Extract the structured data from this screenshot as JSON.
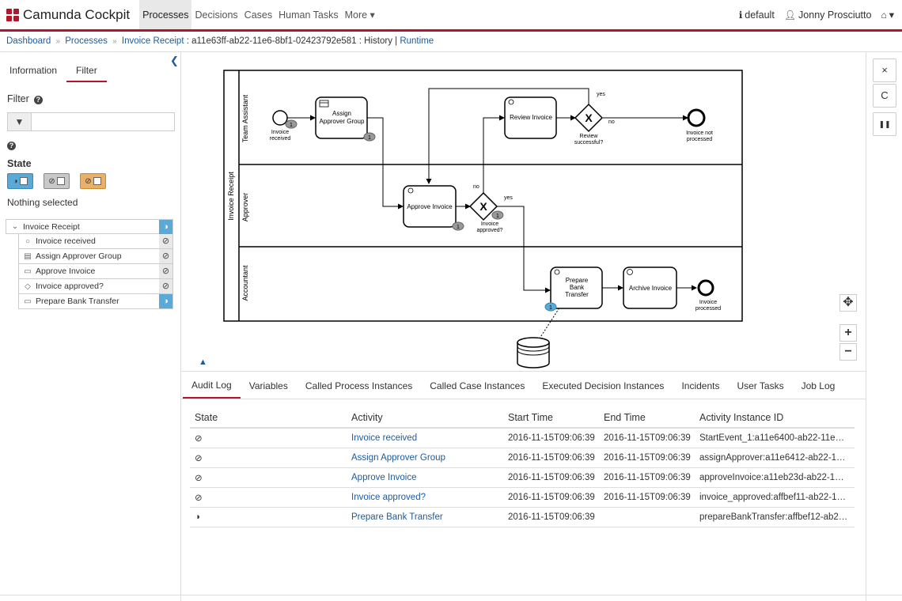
{
  "app": {
    "title": "Camunda Cockpit"
  },
  "nav": {
    "items": [
      "Processes",
      "Decisions",
      "Cases",
      "Human Tasks",
      "More ▾"
    ],
    "user_tenant": "default",
    "user_name": "Jonny Prosciutto",
    "home_label": "▾"
  },
  "breadcrumb": {
    "dashboard": "Dashboard",
    "processes": "Processes",
    "process": "Invoice Receipt",
    "instance": ": a11e63ff-ab22-11e6-8bf1-02423792e581 : History |",
    "runtime": "Runtime",
    "sep": "»"
  },
  "sidebar": {
    "tabs": [
      "Information",
      "Filter"
    ],
    "filter_title": "Filter",
    "state_label": "State",
    "nothing_selected": "Nothing selected",
    "tree": [
      {
        "label": "Invoice Receipt",
        "icon": "chevron-down",
        "status": "◑",
        "status_color": "blue",
        "child": false
      },
      {
        "label": "Invoice received",
        "icon": "circle",
        "status": "⊘",
        "status_color": "gray",
        "child": true
      },
      {
        "label": "Assign Approver Group",
        "icon": "table",
        "status": "⊘",
        "status_color": "gray",
        "child": true
      },
      {
        "label": "Approve Invoice",
        "icon": "rect",
        "status": "⊘",
        "status_color": "gray",
        "child": true
      },
      {
        "label": "Invoice approved?",
        "icon": "diamond",
        "status": "⊘",
        "status_color": "gray",
        "child": true
      },
      {
        "label": "Prepare Bank Transfer",
        "icon": "rect",
        "status": "◑",
        "status_color": "blue",
        "child": true
      }
    ]
  },
  "diagram": {
    "pool": "Invoice Receipt",
    "lanes": [
      "Team Assistant",
      "Approver",
      "Accountant"
    ],
    "start_event": [
      "Invoice",
      "received"
    ],
    "assign_task": [
      "Assign",
      "Approver Group"
    ],
    "review_task": "Review Invoice",
    "review_gateway": [
      "Review",
      "successful?"
    ],
    "end_not_processed": [
      "Invoice not",
      "processed"
    ],
    "approve_task": "Approve Invoice",
    "approve_gateway": [
      "Invoice",
      "approved?"
    ],
    "prepare_task": [
      "Prepare",
      "Bank",
      "Transfer"
    ],
    "archive_task": "Archive Invoice",
    "end_processed": [
      "Invoice",
      "processed"
    ],
    "yes": "yes",
    "no": "no",
    "badge_count": "1"
  },
  "tabs": [
    "Audit Log",
    "Variables",
    "Called Process Instances",
    "Called Case Instances",
    "Executed Decision Instances",
    "Incidents",
    "User Tasks",
    "Job Log"
  ],
  "table": {
    "headers": [
      "State",
      "Activity",
      "Start Time",
      "End Time",
      "Activity Instance ID"
    ],
    "rows": [
      {
        "state": "⊘",
        "activity": "Invoice received",
        "start": "2016-11-15T09:06:39",
        "end": "2016-11-15T09:06:39",
        "id": "StartEvent_1:a11e6400-ab22-11e…"
      },
      {
        "state": "⊘",
        "activity": "Assign Approver Group",
        "start": "2016-11-15T09:06:39",
        "end": "2016-11-15T09:06:39",
        "id": "assignApprover:a11e6412-ab22-1…"
      },
      {
        "state": "⊘",
        "activity": "Approve Invoice",
        "start": "2016-11-15T09:06:39",
        "end": "2016-11-15T09:06:39",
        "id": "approveInvoice:a11eb23d-ab22-1…"
      },
      {
        "state": "⊘",
        "activity": "Invoice approved?",
        "start": "2016-11-15T09:06:39",
        "end": "2016-11-15T09:06:39",
        "id": "invoice_approved:affbef11-ab22-1…"
      },
      {
        "state": "◑",
        "activity": "Prepare Bank Transfer",
        "start": "2016-11-15T09:06:39",
        "end": "",
        "id": "prepareBankTransfer:affbef12-ab2…"
      }
    ]
  },
  "tools": {
    "close": "×",
    "refresh": "C",
    "pause": "❚❚",
    "zoom_in": "+",
    "zoom_out": "−",
    "reset": "✥"
  }
}
